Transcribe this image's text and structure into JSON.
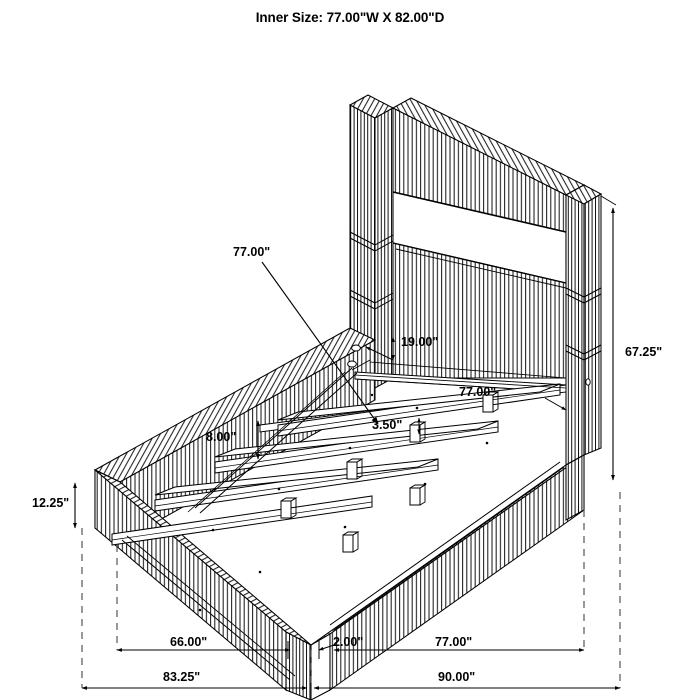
{
  "header": {
    "title": "Inner Size: 77.00\"W X 82.00\"D"
  },
  "drawing": {
    "subject": "bed-isometric-dimension-diagram",
    "style": "line-art-isometric-technical-drawing",
    "line_color": "#000000",
    "background_color": "#ffffff",
    "features": [
      "fluted-channel-headboard-panel",
      "fluted-footboard-rail",
      "fluted-side-rails",
      "center-support-slats",
      "support-legs",
      "bolt-holes"
    ]
  },
  "dimensions": {
    "headboard_width": "77.00\"",
    "headboard_height_overall": "67.25\"",
    "rail_to_headboard_top_panel": "19.00\"",
    "slat_width_span": "77.00\"",
    "slat_thickness": "3.50\"",
    "slat_drop_from_rail_top": "8.00\"",
    "rail_height": "12.25\"",
    "interior_length": "66.00\"",
    "overall_left_span": "83.25\"",
    "footboard_thickness": "2.00\"",
    "interior_width": "77.00\"",
    "overall_width": "90.00\""
  },
  "labels": {
    "d_77_leader": "77.00\"",
    "d_19": "19.00\"",
    "d_6725": "67.25\"",
    "d_77_slat": "77.00\"",
    "d_350": "3.50\"",
    "d_800": "8.00\"",
    "d_1225": "12.25\"",
    "d_6600": "66.00\"",
    "d_8325": "83.25\"",
    "d_200": "2.00\"",
    "d_77_bottom": "77.00\"",
    "d_9000": "90.00\""
  }
}
